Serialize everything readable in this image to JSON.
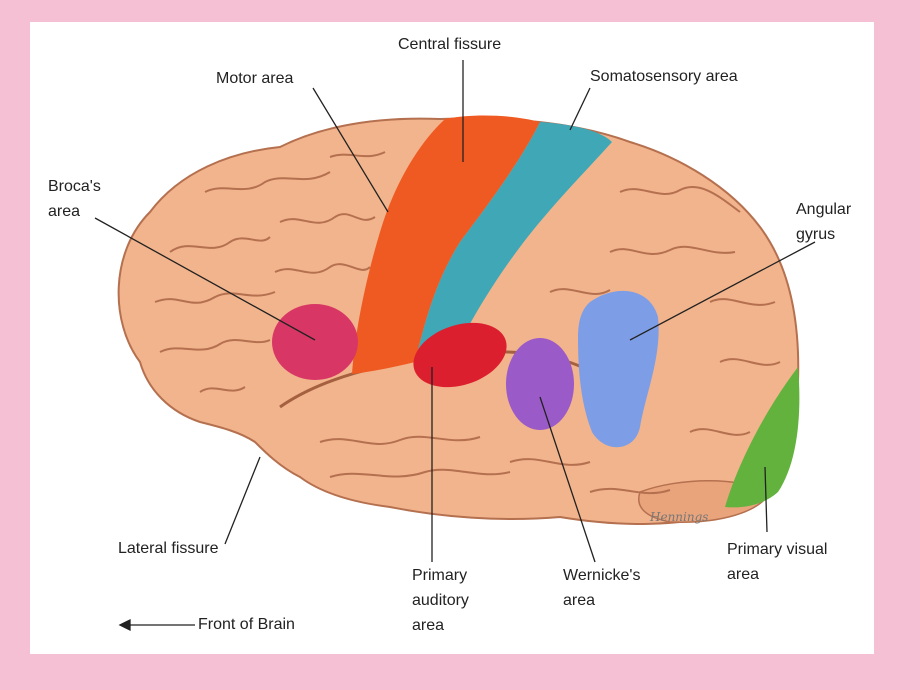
{
  "labels": {
    "central_fissure": "Central fissure",
    "motor_area": "Motor area",
    "somatosensory_area": "Somatosensory area",
    "brocas_area": "Broca's\narea",
    "angular_gyrus": "Angular\ngyrus",
    "lateral_fissure": "Lateral fissure",
    "primary_auditory_area": "Primary\nauditory\narea",
    "wernickes_area": "Wernicke's\narea",
    "primary_visual_area": "Primary visual\narea",
    "front_of_brain": "Front of Brain"
  },
  "artist_signature": "Hennings",
  "colors": {
    "background": "#f5c0d4",
    "panel": "#ffffff",
    "cortex": "#f2b48c",
    "sulci": "#b5704f",
    "motor_area": "#ef5a22",
    "somatosensory_area": "#3fa7b5",
    "brocas_area": "#d83765",
    "primary_auditory_area": "#dc1f2f",
    "wernickes_area": "#9a5ac8",
    "angular_gyrus": "#7d9ee6",
    "primary_visual_area": "#63b23e"
  }
}
